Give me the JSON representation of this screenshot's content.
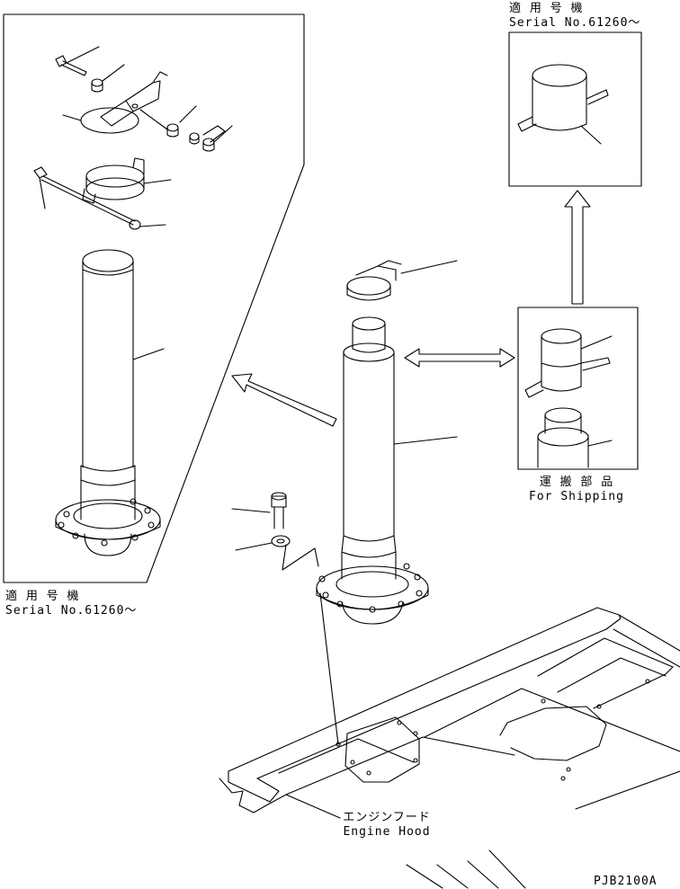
{
  "labels": {
    "serial_top_jp": "適 用 号 機",
    "serial_top_en": "Serial No.61260～",
    "serial_left_jp": "適 用 号 機",
    "serial_left_en": "Serial No.61260～",
    "shipping_jp": "運 搬 部 品",
    "shipping_en": "For Shipping",
    "hood_jp": "エンジンフード",
    "hood_en": "Engine Hood",
    "drawing_code": "PJB2100A"
  },
  "icons": {
    "muffler_pipe": "exhaust-pipe-icon",
    "rain_cap": "rain-cap-icon",
    "bolt": "bolt-icon",
    "washer": "washer-icon",
    "clamp": "clamp-band-icon"
  }
}
